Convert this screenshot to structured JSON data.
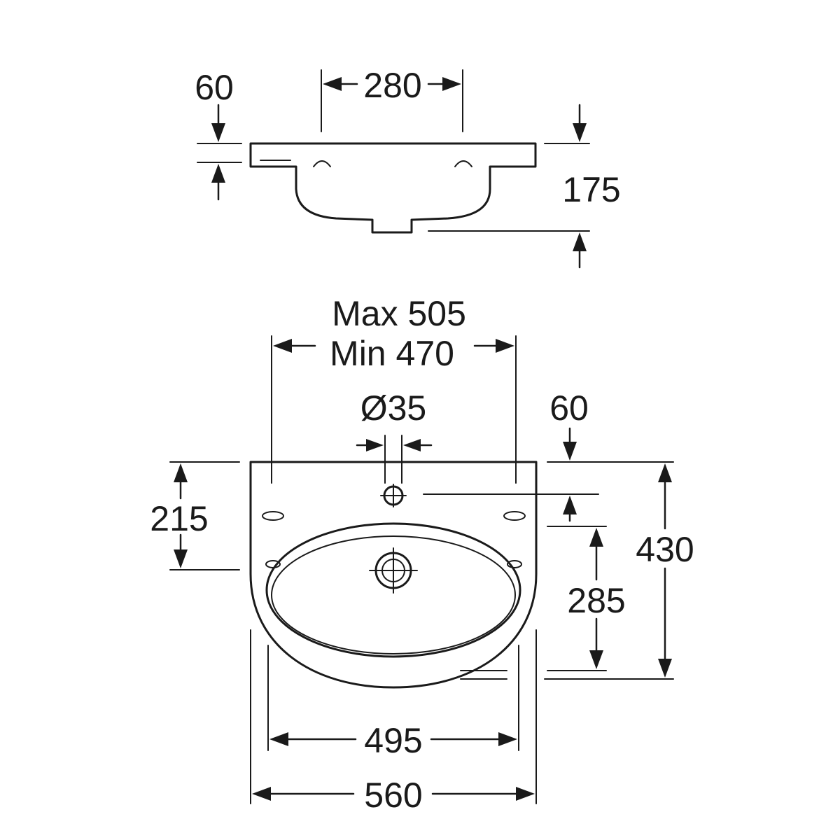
{
  "side_view": {
    "dim_tap_spacing": "280",
    "dim_rim_thickness": "60",
    "dim_total_height": "175"
  },
  "top_view": {
    "dim_max_width": "Max 505",
    "dim_min_width": "Min 470",
    "dim_tap_hole": "Ø35",
    "dim_tap_offset": "60",
    "dim_bracket_height": "215",
    "dim_bowl_to_hole": "285",
    "dim_depth": "430",
    "dim_bowl_width": "495",
    "dim_overall_width": "560"
  },
  "colors": {
    "line": "#1a1a1a",
    "background": "#ffffff"
  }
}
